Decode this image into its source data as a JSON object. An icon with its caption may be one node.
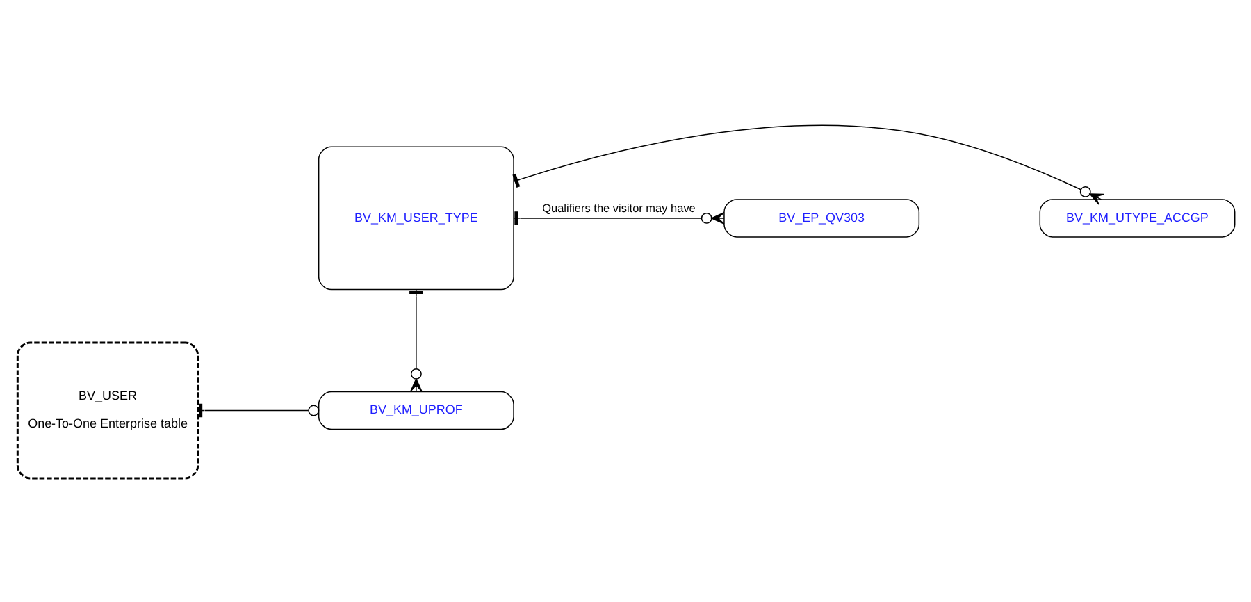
{
  "diagram": {
    "nodes": [
      {
        "text": [
          "BV_USER",
          "One-To-One Enterprise table"
        ]
      },
      {
        "text": [
          "BV_KM_UPROF"
        ]
      },
      {
        "text": [
          "BV_KM_USER_TYPE"
        ]
      },
      {
        "text": [
          "BV_EP_QV303"
        ]
      },
      {
        "text": [
          "BV_KM_UTYPE_ACCGP"
        ]
      }
    ],
    "edges": [
      {
        "from": 0,
        "to": 1,
        "arrow": "other"
      },
      {
        "from": 2,
        "to": 1,
        "arrow": "other"
      },
      {
        "from": 2,
        "to": 3,
        "arrow": "other",
        "label": "Qualifiers the visitor may have"
      },
      {
        "from": 2,
        "to": 4,
        "arrow": "other"
      }
    ]
  }
}
